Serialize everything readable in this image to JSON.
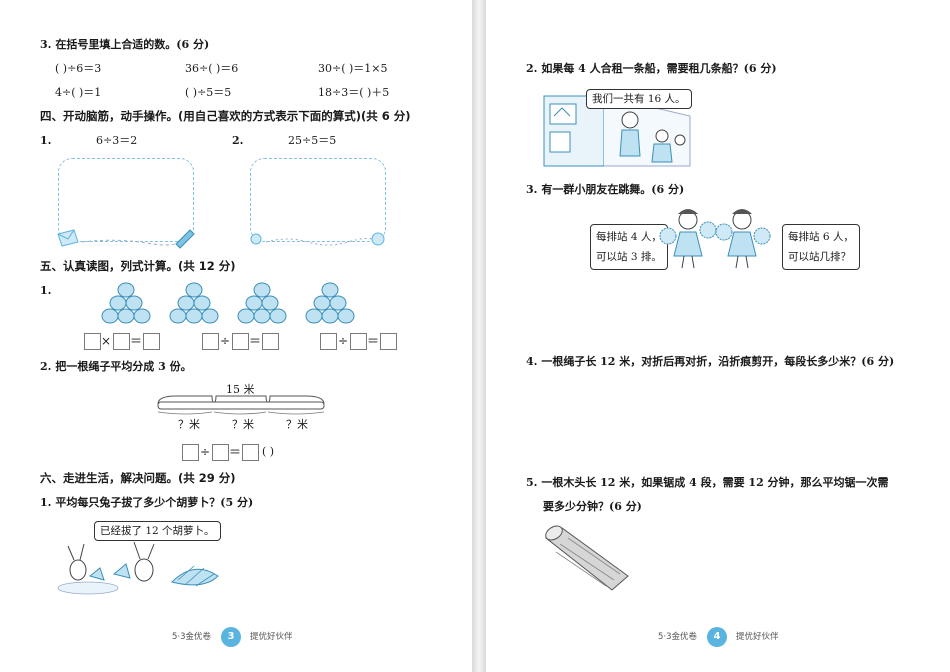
{
  "left": {
    "q3": {
      "title": "3. 在括号里填上合适的数。(6 分)",
      "row1": [
        "(    )÷6＝3",
        "36÷(    )＝6",
        "30÷(    )＝1×5"
      ],
      "row2": [
        "4÷(    )＝1",
        "(    )÷5＝5",
        "18÷3＝(    )＋5"
      ]
    },
    "sec4": {
      "title": "四、开动脑筋，动手操作。(用自己喜欢的方式表示下面的算式)(共 6 分)",
      "item1_num": "1.",
      "item1_expr": "6÷3＝2",
      "item2_num": "2.",
      "item2_expr": "25÷5＝5"
    },
    "sec5": {
      "title": "五、认真读图，列式计算。(共 12 分)",
      "item1_num": "1.",
      "ops": [
        "×",
        "＝",
        "÷",
        "＝",
        "÷",
        "＝"
      ],
      "item2_text": "2. 把一根绳子平均分成 3 份。",
      "rope_total": "15 米",
      "rope_parts": [
        "？米",
        "？米",
        "？米"
      ],
      "item2_ops": [
        "÷",
        "＝"
      ],
      "item2_unit": "(    )"
    },
    "sec6": {
      "title": "六、走进生活，解决问题。(共 29 分)",
      "item1_text": "1. 平均每只兔子拔了多少个胡萝卜？(5 分)",
      "bubble": "已经拔了 12 个胡萝卜。"
    },
    "footer": {
      "left": "5·3金优卷",
      "page": "3",
      "right": "提优好伙伴"
    }
  },
  "right": {
    "q2": {
      "text": "2. 如果每 4 人合租一条船，需要租几条船？(6 分)",
      "bubble": "我们一共有 16 人。"
    },
    "q3": {
      "text": "3. 有一群小朋友在跳舞。(6 分)",
      "bubble_left_1": "每排站 4 人，",
      "bubble_left_2": "可以站 3 排。",
      "bubble_right_1": "每排站 6 人，",
      "bubble_right_2": "可以站几排？"
    },
    "q4": {
      "text": "4. 一根绳子长 12 米，对折后再对折，沿折痕剪开，每段长多少米？(6 分)"
    },
    "q5": {
      "text_1": "5. 一根木头长 12 米，如果锯成 4 段，需要 12 分钟，那么平均锯一次需",
      "text_2": "要多少分钟？(6 分)"
    },
    "footer": {
      "left": "5·3金优卷",
      "page": "4",
      "right": "提优好伙伴"
    }
  },
  "colors": {
    "accent": "#5ab4e0",
    "illustration": "#7fc3e3",
    "text": "#1a1a1a"
  }
}
